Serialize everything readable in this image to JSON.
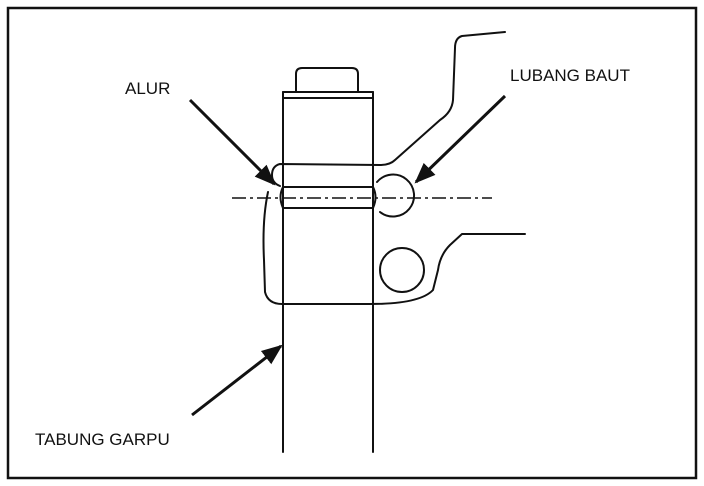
{
  "labels": {
    "groove": "ALUR",
    "bolt_hole": "LUBANG BAUT",
    "fork_tube": "TABUNG GARPU"
  },
  "colors": {
    "ink": "#111111",
    "background": "#ffffff"
  }
}
